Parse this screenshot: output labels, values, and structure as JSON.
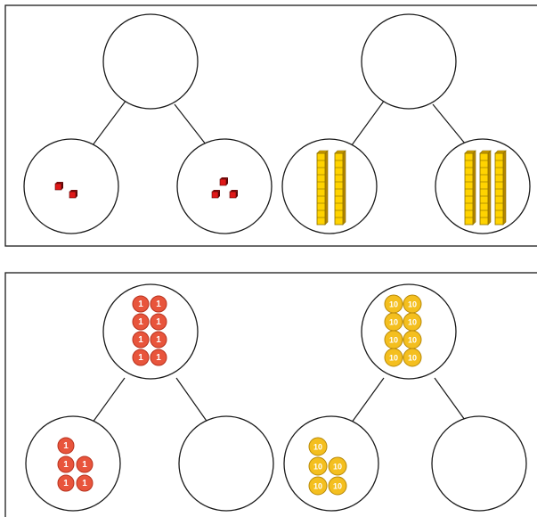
{
  "colors": {
    "ones_counter": "#e8553c",
    "ones_counter_stroke": "#b8321e",
    "tens_counter": "#f4bf1f",
    "tens_counter_stroke": "#b88a0a",
    "unit_cube_front": "#e01818",
    "unit_cube_top": "#7a0b0b",
    "rod_fill": "#ffd300",
    "rod_line": "#8a6f00"
  },
  "icons": {
    "unit_cube": "unit-cube-icon",
    "ten_rod": "ten-rod-icon",
    "ones_counter": "ones-counter-icon",
    "tens_counter": "tens-counter-icon"
  },
  "panel_blocks": {
    "left_tree": {
      "whole": "empty",
      "left_part_unit_cubes": 2,
      "right_part_unit_cubes": 3
    },
    "right_tree": {
      "whole": "empty",
      "left_part_ten_rods": 2,
      "right_part_ten_rods": 3
    }
  },
  "panel_counters": {
    "ones_label": "1",
    "tens_label": "10",
    "left_tree": {
      "whole_counters": 8,
      "left_part_counters": 5,
      "right_part": "empty"
    },
    "right_tree": {
      "whole_counters": 8,
      "left_part_counters": 5,
      "right_part": "empty"
    }
  }
}
